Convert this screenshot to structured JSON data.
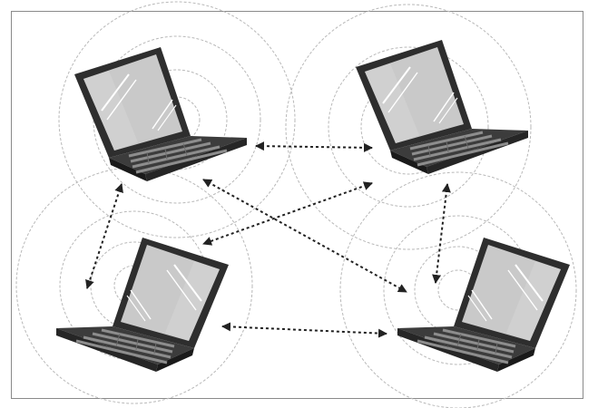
{
  "diagram": {
    "type": "ad-hoc-wireless-network",
    "node_icon": "laptop-icon",
    "signal_icon": "wireless-range-rings",
    "nodes": [
      {
        "id": "laptop-top-left",
        "icon": "laptop-icon",
        "facing": "left"
      },
      {
        "id": "laptop-top-right",
        "icon": "laptop-icon",
        "facing": "left"
      },
      {
        "id": "laptop-bottom-left",
        "icon": "laptop-icon",
        "facing": "right"
      },
      {
        "id": "laptop-bottom-right",
        "icon": "laptop-icon",
        "facing": "right"
      }
    ],
    "links": [
      {
        "from": "laptop-top-left",
        "to": "laptop-top-right",
        "style": "dotted",
        "direction": "both"
      },
      {
        "from": "laptop-top-left",
        "to": "laptop-bottom-left",
        "style": "dotted",
        "direction": "both"
      },
      {
        "from": "laptop-top-left",
        "to": "laptop-bottom-right",
        "style": "dotted",
        "direction": "both"
      },
      {
        "from": "laptop-top-right",
        "to": "laptop-bottom-left",
        "style": "dotted",
        "direction": "both"
      },
      {
        "from": "laptop-top-right",
        "to": "laptop-bottom-right",
        "style": "dotted",
        "direction": "both"
      },
      {
        "from": "laptop-bottom-left",
        "to": "laptop-bottom-right",
        "style": "dotted",
        "direction": "both"
      }
    ]
  },
  "colors": {
    "frame": "#888888",
    "rings": "#b5b5b5",
    "arrows": "#222222",
    "laptop_body": "#3a3a3a",
    "laptop_dark": "#1c1c1c",
    "screen": "#c8c8c8",
    "keys": "#8a8a8a"
  }
}
